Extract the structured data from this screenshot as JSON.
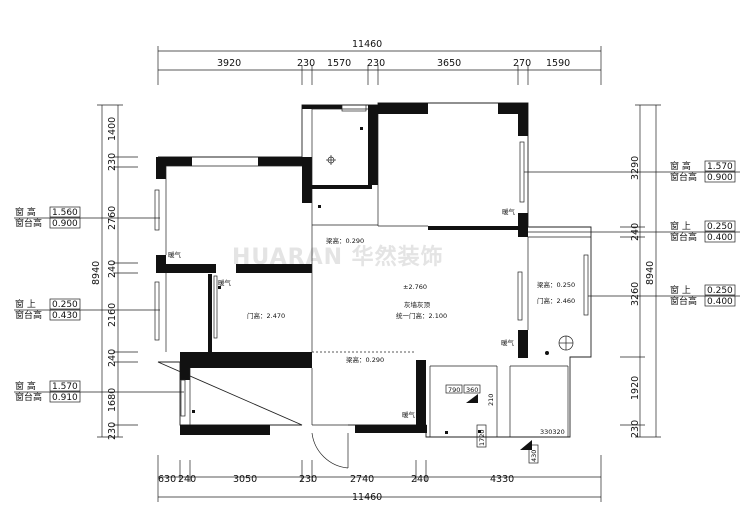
{
  "watermark": "HUARAN 华然装饰",
  "dims": {
    "top_total": "11460",
    "top": [
      "3920",
      "230",
      "1570",
      "230",
      "3650",
      "270",
      "1590"
    ],
    "bottom_total": "11460",
    "bottom": [
      "630",
      "240",
      "3050",
      "230",
      "2740",
      "240",
      "4330"
    ],
    "left_total": "8940",
    "left": [
      "1400",
      "230",
      "2760",
      "240",
      "2160",
      "240",
      "1680",
      "230"
    ],
    "right_total": "8940",
    "right": [
      "3290",
      "240",
      "3260",
      "1920",
      "230"
    ]
  },
  "window_notes": {
    "left_1": {
      "l1": "窗 高",
      "v1": "1.560",
      "l2": "窗台高",
      "v2": "0.900"
    },
    "left_2": {
      "l1": "窗 上",
      "v1": "0.250",
      "l2": "窗台高",
      "v2": "0.430"
    },
    "left_3": {
      "l1": "窗 高",
      "v1": "1.570",
      "l2": "窗台高",
      "v2": "0.910"
    },
    "right_1": {
      "l1": "窗 高",
      "v1": "1.570",
      "l2": "窗台高",
      "v2": "0.900"
    },
    "right_2": {
      "l1": "窗 上",
      "v1": "0.250",
      "l2": "窗台高",
      "v2": "0.400"
    },
    "right_3": {
      "l1": "窗 上",
      "v1": "0.250",
      "l2": "窗台高",
      "v2": "0.400"
    }
  },
  "room_labels": {
    "heater_1": "暖气",
    "heater_2": "暖气",
    "heater_3": "暖气",
    "heater_4": "暖气",
    "heater_5": "暖气",
    "beam_1": "梁高：0.290",
    "beam_2": "梁高：0.290",
    "beam_3": "梁高：0.250",
    "door_1": "门高：2.470",
    "door_2": "门高：2.460",
    "level": "±2.760",
    "ceiling": "灰墙灰顶",
    "door_unified": "统一门高：2.100"
  },
  "small_dims": {
    "a": "790",
    "b": "360",
    "c": "210",
    "d": "1720",
    "e": "330320",
    "f": "430"
  }
}
